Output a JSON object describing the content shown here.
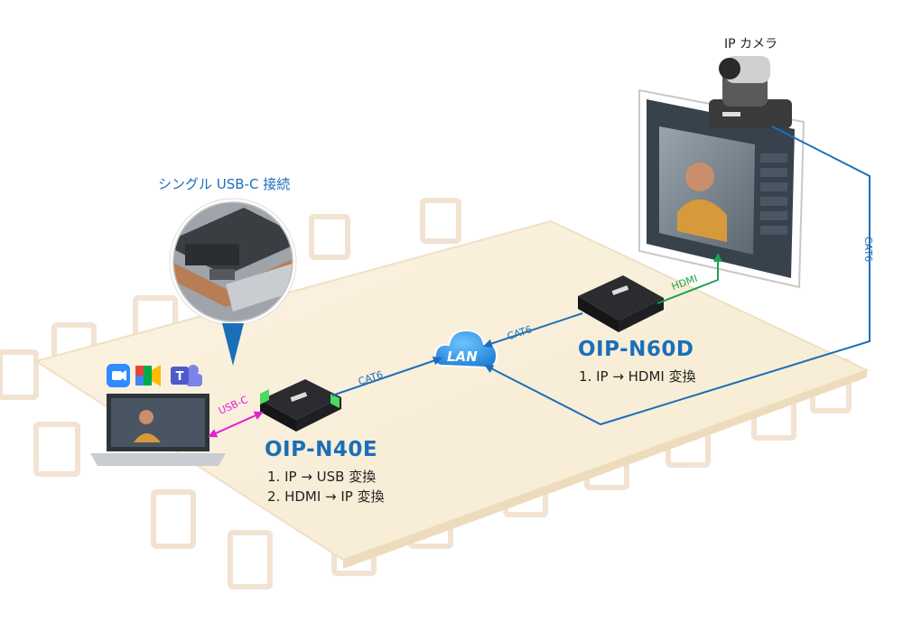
{
  "camera": {
    "label": "IP カメラ"
  },
  "callout": {
    "title": "シングル USB-C 接続"
  },
  "network": {
    "lan_label": "LAN"
  },
  "cables": {
    "usbc": "USB-C",
    "cat6_left": "CAT6",
    "cat6_right": "CAT6",
    "cat6_camera": "CAT6",
    "hdmi": "HDMI"
  },
  "devices": {
    "n40e": {
      "name": "OIP-N40E",
      "steps": [
        "1.  IP → USB 変換",
        "2.  HDMI → IP 変換"
      ]
    },
    "n60d": {
      "name": "OIP-N60D",
      "steps": [
        "1.  IP → HDMI 変換"
      ]
    }
  },
  "colors": {
    "accent_blue": "#1b6fb8",
    "cable_usbc": "#e020d0",
    "cable_hdmi": "#1fa050",
    "cloud_blue": "#2a8fe0"
  },
  "app_icons": [
    "zoom-icon",
    "google-meet-icon",
    "teams-icon"
  ]
}
